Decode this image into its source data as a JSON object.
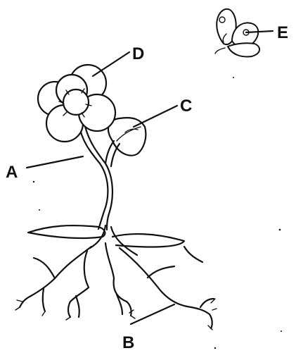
{
  "diagram": {
    "labels": {
      "A": "A",
      "B": "B",
      "C": "C",
      "D": "D",
      "E": "E"
    },
    "colors": {
      "ink": "#111111",
      "background": "#ffffff"
    }
  }
}
